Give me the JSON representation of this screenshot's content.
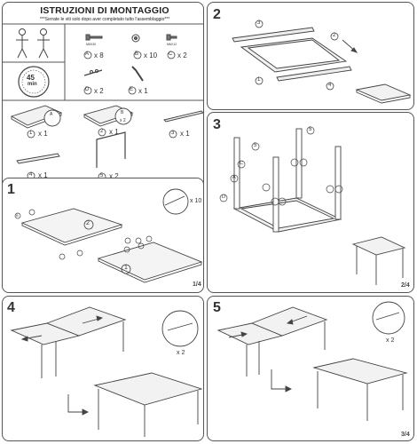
{
  "header": {
    "title": "ISTRUZIONI DI MONTAGGIO",
    "subtitle": "***Serrate le viti solo dopo aver completato tutto l'assemblaggio***"
  },
  "intro": {
    "time_value": "45",
    "time_unit": "min",
    "hardware": [
      {
        "code": "M6X30",
        "letter": "A",
        "qty": "x 8"
      },
      {
        "code": "B",
        "letter": "B",
        "qty": "x 10"
      },
      {
        "code": "M6X12",
        "letter": "C",
        "qty": "x 2"
      },
      {
        "letter": "D",
        "qty": "x 2"
      },
      {
        "letter": "E",
        "qty": "x 1"
      }
    ],
    "parts": [
      {
        "num": "1",
        "qty": "x 1"
      },
      {
        "num": "2",
        "qty": "x 1"
      },
      {
        "num": "3",
        "qty": "x 1"
      },
      {
        "num": "4",
        "qty": "x 1"
      },
      {
        "num": "5",
        "qty": "x 2"
      }
    ],
    "hole_labels": [
      "A",
      "B",
      "x 2"
    ]
  },
  "steps": [
    {
      "num": "1",
      "page": "1/4",
      "callout_qty": "x 10",
      "marker": "B",
      "parts": [
        "1",
        "2"
      ]
    },
    {
      "num": "2",
      "parts": [
        "1",
        "2",
        "3",
        "4"
      ]
    },
    {
      "num": "3",
      "page": "2/4",
      "part": "5",
      "letters": [
        "A",
        "C",
        "D"
      ]
    },
    {
      "num": "4",
      "callout_qty": "x 2"
    },
    {
      "num": "5",
      "page": "3/4",
      "callout_qty": "x 2"
    }
  ]
}
